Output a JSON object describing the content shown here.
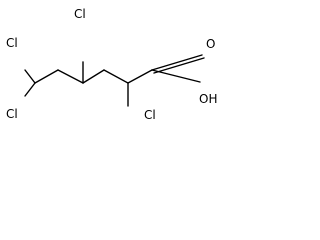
{
  "molecule": {
    "labels": {
      "cl_c4": "Cl",
      "cl_c6_top": "Cl",
      "cl_c6_bottom": "Cl",
      "cl_c2": "Cl",
      "oxygen": "O",
      "hydroxyl": "OH"
    }
  }
}
